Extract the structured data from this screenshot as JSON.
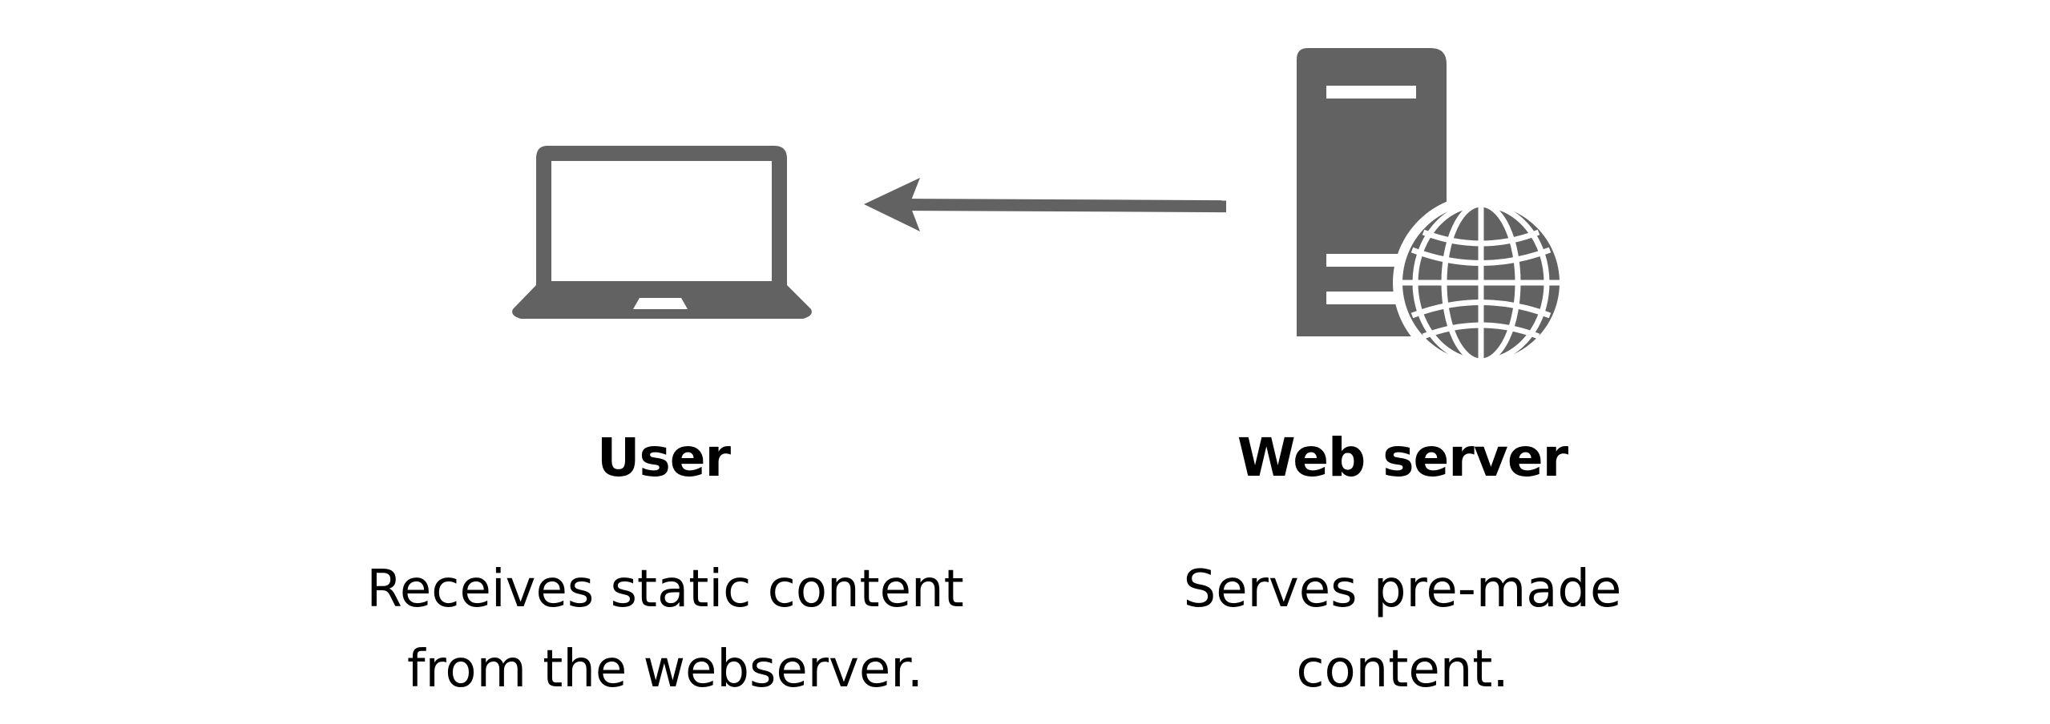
{
  "colors": {
    "icon_fill": "#626262",
    "text": "#000000",
    "background": "#ffffff"
  },
  "nodes": {
    "user": {
      "icon": "laptop-icon",
      "title": "User",
      "description_line1": "Receives static content",
      "description_line2": "from the webserver."
    },
    "server": {
      "icon": "web-server-globe-icon",
      "title": "Web server",
      "description_line1": "Serves pre-made",
      "description_line2": "content."
    }
  },
  "edge": {
    "from": "server",
    "to": "user",
    "icon": "arrow-left-icon"
  }
}
